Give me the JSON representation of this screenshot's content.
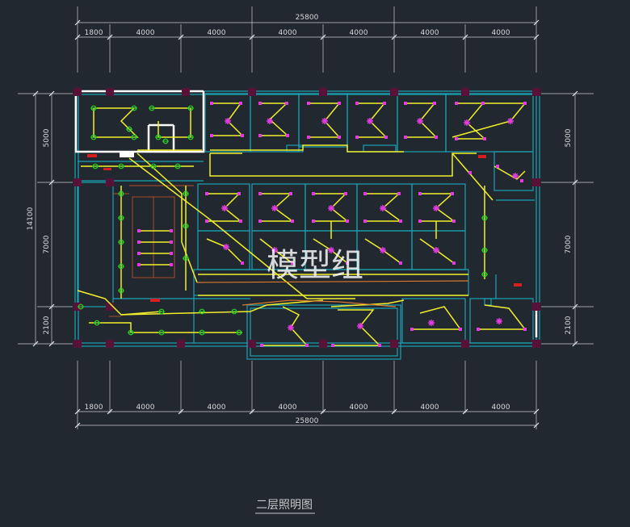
{
  "drawing": {
    "title": "二层照明图",
    "watermark": "模型组",
    "top": {
      "total": "25800",
      "segments": [
        "1800",
        "4000",
        "4000",
        "4000",
        "4000",
        "4000",
        "4000"
      ]
    },
    "bottom": {
      "total": "25800",
      "segments": [
        "1800",
        "4000",
        "4000",
        "4000",
        "4000",
        "4000",
        "4000"
      ]
    },
    "left": {
      "total": "14100",
      "segments": [
        "5000",
        "7000",
        "2100"
      ]
    },
    "right": {
      "segments": [
        "5000",
        "7000",
        "2100"
      ]
    }
  },
  "colors": {
    "background": "#212830",
    "wall": "#19a3b4",
    "wiring": "#f2ef2a",
    "fixture": "#e23be0",
    "lamp": "#26d426",
    "column": "#5a1138",
    "dimension": "#d8d8d8"
  }
}
